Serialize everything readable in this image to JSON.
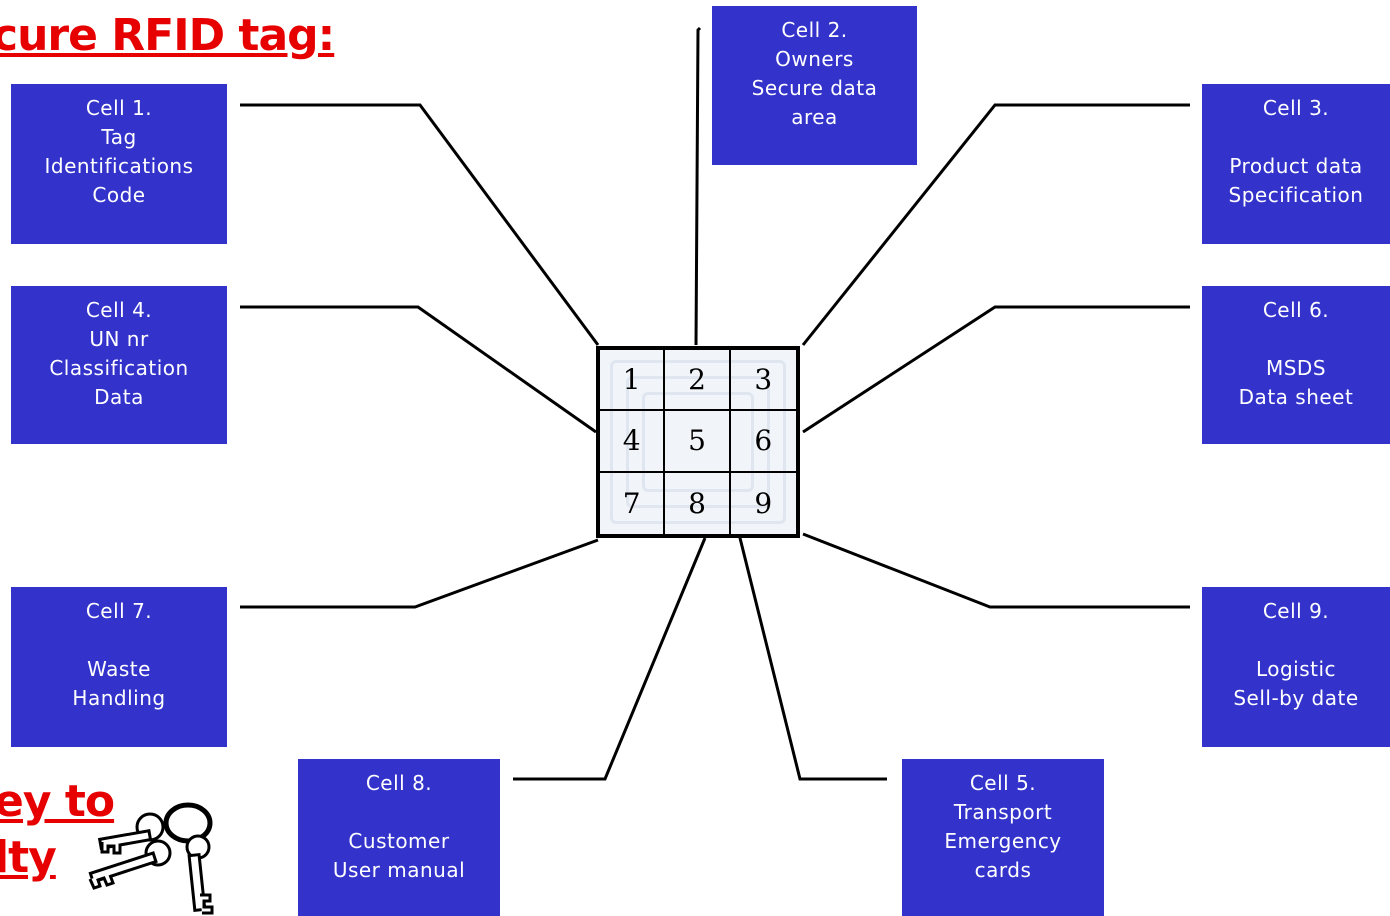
{
  "title": "cure RFID tag:",
  "footer": {
    "line1": "ey to",
    "line2": "lty"
  },
  "cells": {
    "c1": [
      "Cell 1.",
      "Tag",
      "Identifications",
      "Code"
    ],
    "c2": [
      "Cell 2.",
      "Owners",
      "Secure data",
      "area"
    ],
    "c3": [
      "Cell 3.",
      "",
      "Product data",
      "Specification"
    ],
    "c4": [
      "Cell 4.",
      "UN nr",
      "Classification",
      "Data"
    ],
    "c6": [
      "Cell 6.",
      "",
      "MSDS",
      "Data sheet"
    ],
    "c7": [
      "Cell 7.",
      "",
      "Waste",
      "Handling"
    ],
    "c8": [
      "Cell 8.",
      "",
      "Customer",
      "User manual"
    ],
    "c5": [
      "Cell 5.",
      "Transport",
      "Emergency",
      "cards"
    ],
    "c9": [
      "Cell 9.",
      "",
      "Logistic",
      "Sell-by date"
    ]
  },
  "chip_numbers": [
    "1",
    "2",
    "3",
    "4",
    "5",
    "6",
    "7",
    "8",
    "9"
  ],
  "colors": {
    "box": "#3333cc",
    "box_text": "#ffffff",
    "heading": "#e60000",
    "line": "#000000"
  },
  "icons": {
    "keys": "keys-icon"
  }
}
